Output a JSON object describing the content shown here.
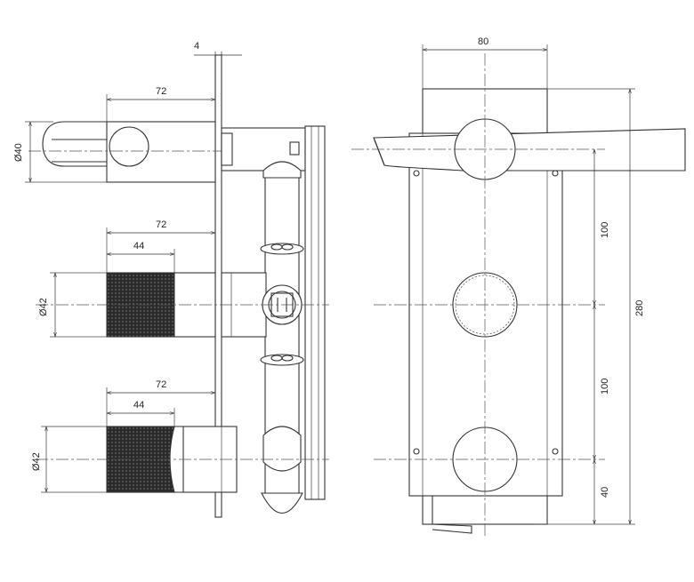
{
  "dimensions": {
    "wall_plate_thickness": "4",
    "spout_length": "72",
    "spout_diameter": "Ø40",
    "handle1_length": "72",
    "handle1_knurl_length": "44",
    "handle1_diameter": "Ø42",
    "handle2_length": "72",
    "handle2_knurl_length": "44",
    "handle2_diameter": "Ø42",
    "plate_width": "80",
    "spacing_upper": "100",
    "spacing_lower": "100",
    "bottom_offset": "40",
    "overall_height": "280"
  },
  "colors": {
    "line": "#333333",
    "knurl": "#2a2a2a",
    "background": "#ffffff"
  }
}
